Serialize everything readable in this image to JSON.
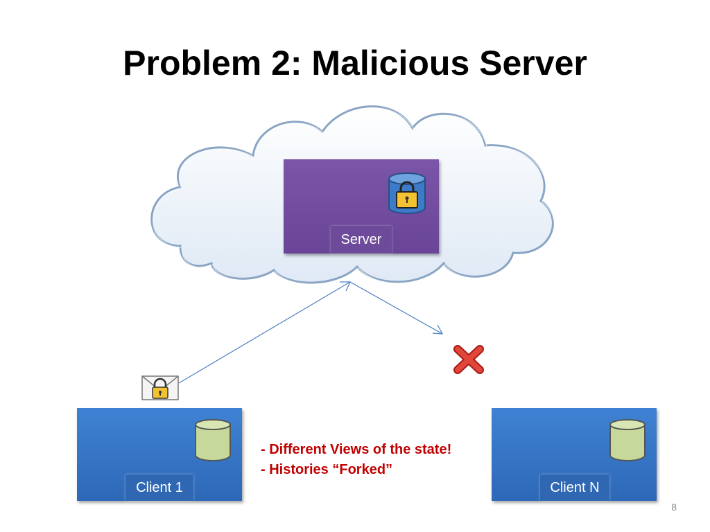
{
  "slide": {
    "title": "Problem 2: Malicious Server",
    "page_number": "8"
  },
  "server": {
    "label": "Server"
  },
  "clients": [
    {
      "label": "Client 1"
    },
    {
      "label": "Client N"
    }
  ],
  "notes": [
    "- Different Views of the state!",
    "- Histories “Forked”"
  ],
  "icons": [
    "cloud-icon",
    "database-lock-icon",
    "database-icon",
    "locked-envelope-icon",
    "red-x-icon",
    "arrow-icon"
  ],
  "colors": {
    "server": "#6a4597",
    "client": "#2e68b8",
    "database": "#c6d99a",
    "notes_text": "#c00000",
    "arrow": "#4a7fc1",
    "cross": "#d9302a",
    "lock": "#f2c230"
  }
}
